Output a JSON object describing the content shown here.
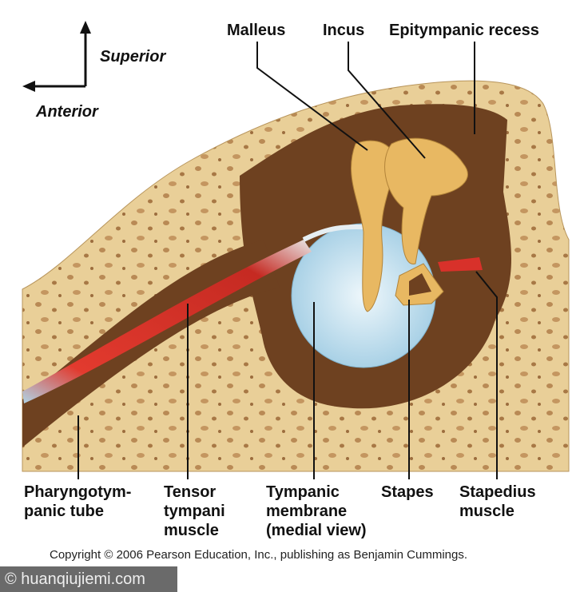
{
  "orientation": {
    "superior": "Superior",
    "anterior": "Anterior"
  },
  "labels": {
    "malleus": "Malleus",
    "incus": "Incus",
    "epitympanic_recess": "Epitympanic recess",
    "pharyngotympanic_tube": "Pharyngotym-\npanic tube",
    "tensor_tympani": "Tensor\ntympani\nmuscle",
    "tympanic_membrane": "Tympanic\nmembrane\n(medial view)",
    "stapes": "Stapes",
    "stapedius": "Stapedius\nmuscle"
  },
  "copyright": "Copyright © 2006 Pearson Education, Inc., publishing as Benjamin Cummings.",
  "watermark": "© huanqiujiemi.com",
  "colors": {
    "bone": "#e9cf98",
    "cavity": "#6e4120",
    "membrane": "#cfe6f2",
    "ossicle": "#e8b862",
    "muscle": "#d8312a"
  }
}
